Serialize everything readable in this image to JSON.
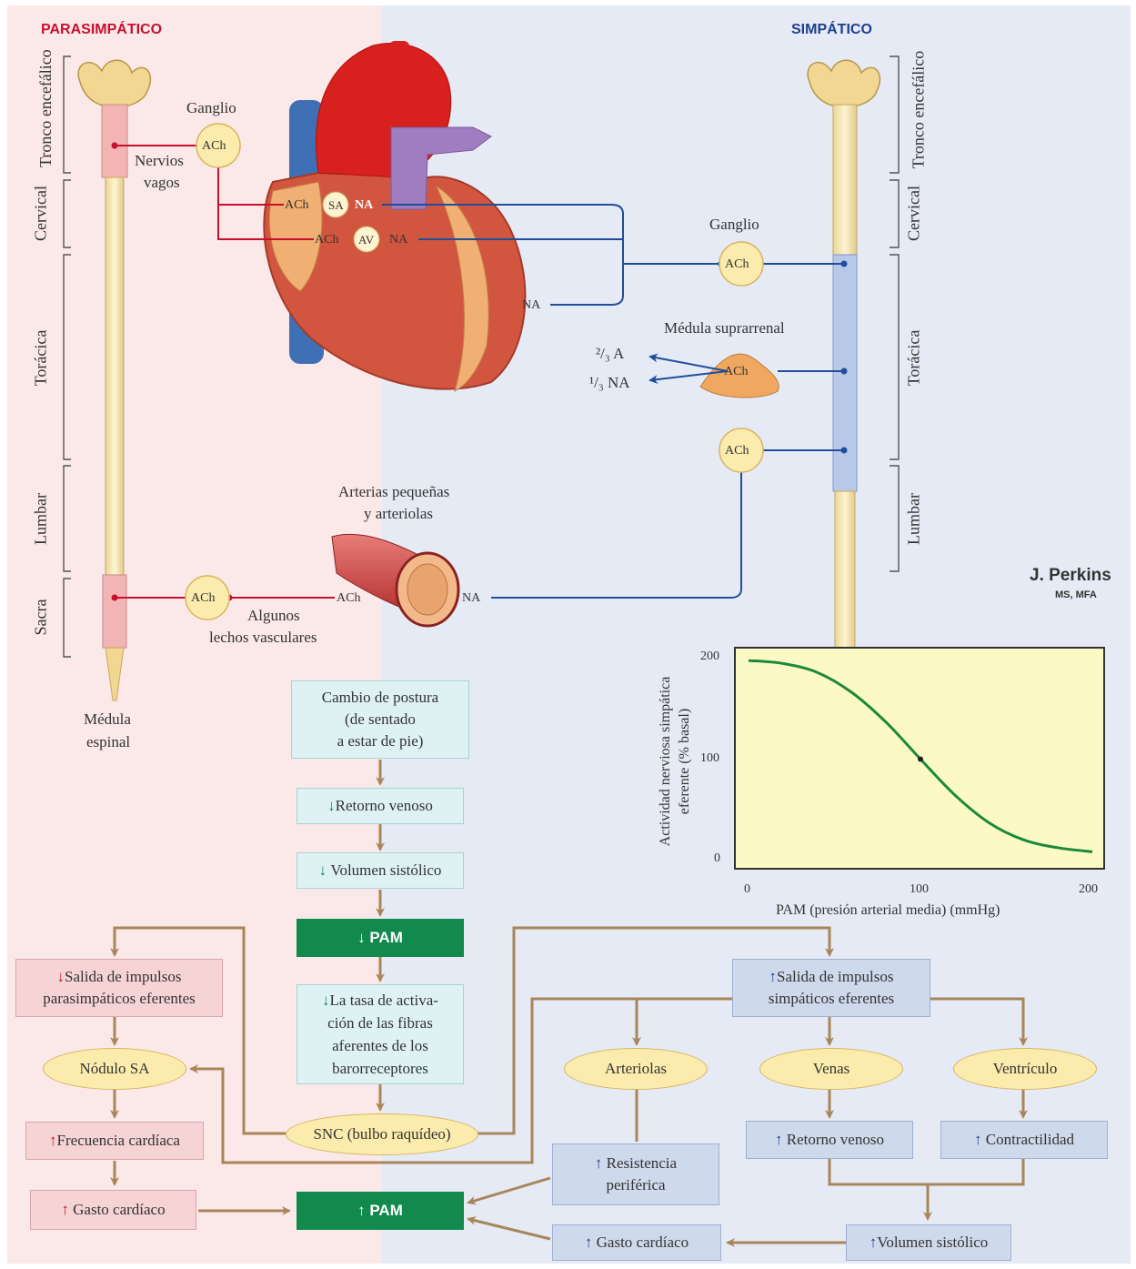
{
  "headers": {
    "parasympathetic": "PARASIMPÁTICO",
    "sympathetic": "SIMPÁTICO"
  },
  "colors": {
    "parasympathetic_bg": "#fbe8e8",
    "sympathetic_bg": "#e6eaf5",
    "para_nerve": "#c8102e",
    "symp_nerve": "#1f4e9a",
    "flow_arrow": "#a8865a",
    "green_box": "#128a4e",
    "chart_curve": "#1a8a3a"
  },
  "spine_regions_left": [
    "Tronco encefálico",
    "Cervical",
    "Torácica",
    "Lumbar",
    "Sacra"
  ],
  "spine_regions_right": [
    "Tronco encefálico",
    "Cervical",
    "Torácica",
    "Lumbar"
  ],
  "labels": {
    "ganglio_left": "Ganglio",
    "nervios_vagos_1": "Nervios",
    "nervios_vagos_2": "vagos",
    "ganglio_right": "Ganglio",
    "medula_suprarrenal": "Médula suprarrenal",
    "two_thirds_a": "²/₃ A",
    "one_third_na": "¹/₃ NA",
    "arterias_1": "Arterias pequeñas",
    "arterias_2": "y arteriolas",
    "algunos_1": "Algunos",
    "algunos_2": "lechos vasculares",
    "medula_espinal_1": "Médula",
    "medula_espinal_2": "espinal",
    "ach": "ACh",
    "na": "NA",
    "sa": "SA",
    "av": "AV",
    "signature_name": "J. Perkins",
    "signature_title": "MS, MFA"
  },
  "flow": {
    "cambio_1": "Cambio de postura",
    "cambio_2": "(de sentado",
    "cambio_3": "a estar de pie)",
    "retorno_venoso_down": "Retorno venoso",
    "volumen_sistolico_down": "Volumen sistólico",
    "pam_down": "PAM",
    "tasa_1": "La tasa de activa-",
    "tasa_2": "ción de las fibras",
    "tasa_3": "aferentes de los",
    "tasa_4": "barorreceptores",
    "snc": "SNC (bulbo raquídeo)",
    "salida_para_1": "Salida de impulsos",
    "salida_para_2": "parasimpáticos eferentes",
    "nodulo_sa": "Nódulo SA",
    "frecuencia": "Frecuencia cardíaca",
    "gasto_left": "Gasto cardíaco",
    "pam_up": "PAM",
    "salida_simp_1": "Salida de impulsos",
    "salida_simp_2": "simpáticos eferentes",
    "arteriolas": "Arteriolas",
    "venas": "Venas",
    "ventriculo": "Ventrículo",
    "resistencia_1": "Resistencia",
    "resistencia_2": "periférica",
    "retorno_venoso_up": "Retorno venoso",
    "contractilidad": "Contractilidad",
    "gasto_right": "Gasto cardíaco",
    "volumen_sistolico_up": "Volumen sistólico"
  },
  "chart_data": {
    "type": "line",
    "title": "",
    "xlabel": "PAM (presión arterial media) (mmHg)",
    "ylabel_1": "Actividad nerviosa simpática",
    "ylabel_2": "eferente (% basal)",
    "xlim": [
      0,
      200
    ],
    "ylim": [
      0,
      200
    ],
    "x_ticks": [
      "0",
      "100",
      "200"
    ],
    "y_ticks": [
      "0",
      "100",
      "200"
    ],
    "series": [
      {
        "x": [
          0,
          20,
          40,
          60,
          80,
          100,
          120,
          140,
          160,
          180,
          200
        ],
        "y": [
          199,
          196,
          187,
          167,
          137,
          100,
          64,
          36,
          19,
          11,
          7
        ]
      }
    ],
    "marker": {
      "x": 100,
      "y": 100
    },
    "grid": false
  }
}
